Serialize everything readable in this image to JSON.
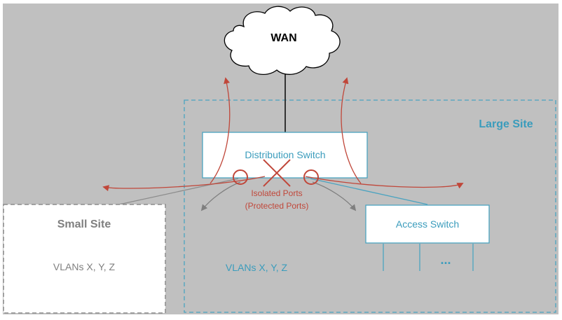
{
  "wan": {
    "label": "WAN"
  },
  "large_site": {
    "label": "Large Site",
    "vlans": "VLANs X, Y, Z"
  },
  "small_site": {
    "label": "Small Site",
    "vlans": "VLANs X, Y, Z"
  },
  "distribution_switch": {
    "label": "Distribution Switch"
  },
  "access_switch": {
    "label": "Access Switch",
    "more": "..."
  },
  "isolated_ports": {
    "line1": "Isolated Ports",
    "line2": "(Protected Ports)"
  },
  "colors": {
    "background": "#c0c0c0",
    "site_border_blue": "#4aa3c0",
    "text_blue": "#3a9cbc",
    "arrow_red": "#c0473a",
    "arrow_gray": "#7f7f7f",
    "small_site_border": "#8c8c8c"
  }
}
